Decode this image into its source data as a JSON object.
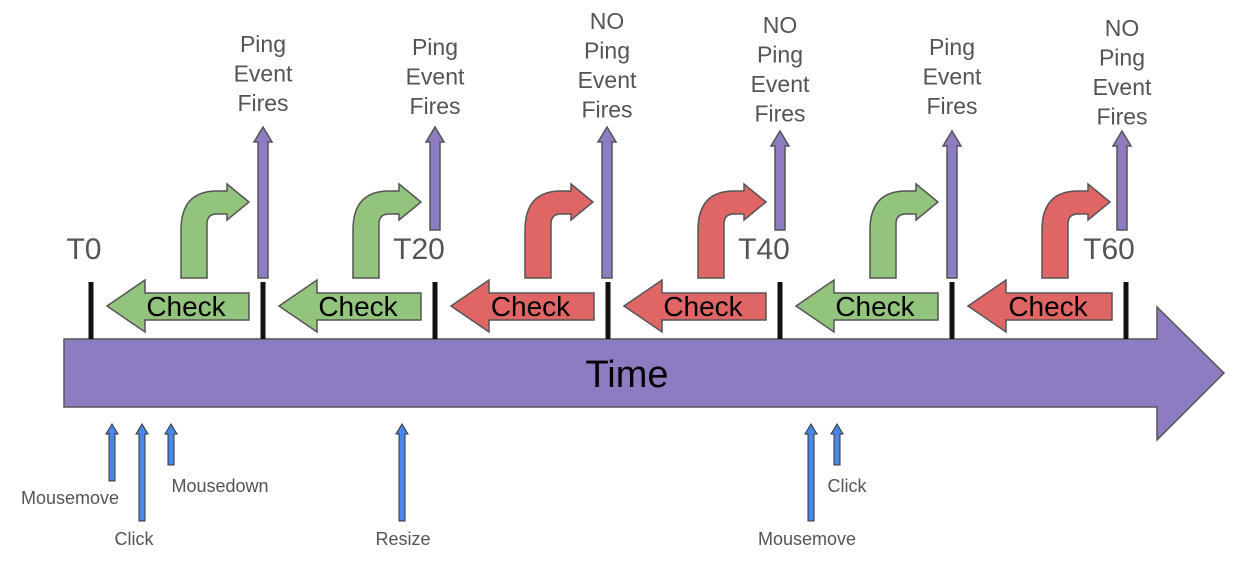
{
  "timeline": {
    "label": "Time",
    "color": "#8e7cc3",
    "stroke": "#555555"
  },
  "ticks": [
    "T0",
    "",
    "T20",
    "",
    "T40",
    "",
    "T60"
  ],
  "colors": {
    "green": "#93c47d",
    "red": "#e06666",
    "ping": "#8e7cc3",
    "event": "#4a86e8"
  },
  "intervals": [
    {
      "check": "Check",
      "result": "green",
      "fires": [
        "Ping",
        "Event",
        "Fires"
      ]
    },
    {
      "check": "Check",
      "result": "green",
      "fires": [
        "Ping",
        "Event",
        "Fires"
      ]
    },
    {
      "check": "Check",
      "result": "red",
      "fires": [
        "NO",
        "Ping",
        "Event",
        "Fires"
      ]
    },
    {
      "check": "Check",
      "result": "red",
      "fires": [
        "NO",
        "Ping",
        "Event",
        "Fires"
      ]
    },
    {
      "check": "Check",
      "result": "green",
      "fires": [
        "Ping",
        "Event",
        "Fires"
      ]
    },
    {
      "check": "Check",
      "result": "red",
      "fires": [
        "NO",
        "Ping",
        "Event",
        "Fires"
      ]
    }
  ],
  "events": [
    {
      "label": "Mousemove"
    },
    {
      "label": "Click"
    },
    {
      "label": "Mousedown"
    },
    {
      "label": "Resize"
    },
    {
      "label": "Mousemove"
    },
    {
      "label": "Click"
    }
  ]
}
